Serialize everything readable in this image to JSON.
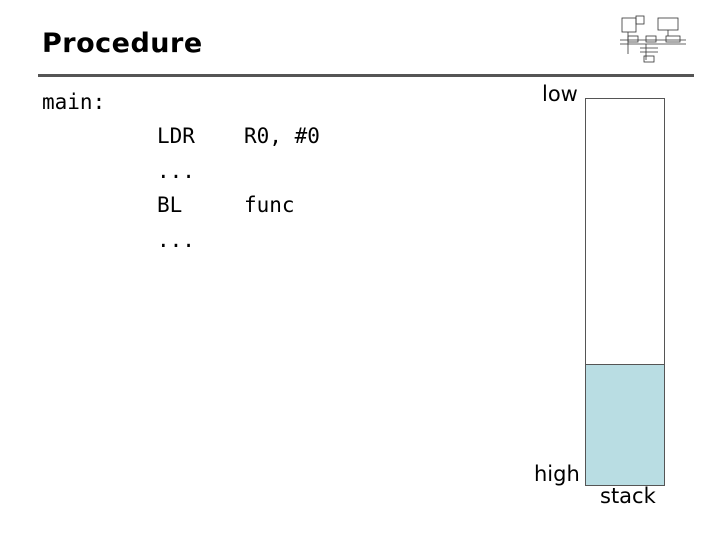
{
  "slide": {
    "title": "Procedure"
  },
  "code": {
    "label": "main:",
    "lines": [
      {
        "op": "LDR",
        "args": "R0, #0"
      },
      {
        "op": "...",
        "args": ""
      },
      {
        "op": "BL",
        "args": "func"
      },
      {
        "op": "...",
        "args": ""
      }
    ]
  },
  "stack": {
    "low_label": "low",
    "high_label": "high",
    "caption": "stack",
    "filled_fraction": 0.31,
    "fill_color": "#b9dde3",
    "border_color": "#555555"
  },
  "logo": {
    "icon": "architecture-diagram-icon"
  }
}
